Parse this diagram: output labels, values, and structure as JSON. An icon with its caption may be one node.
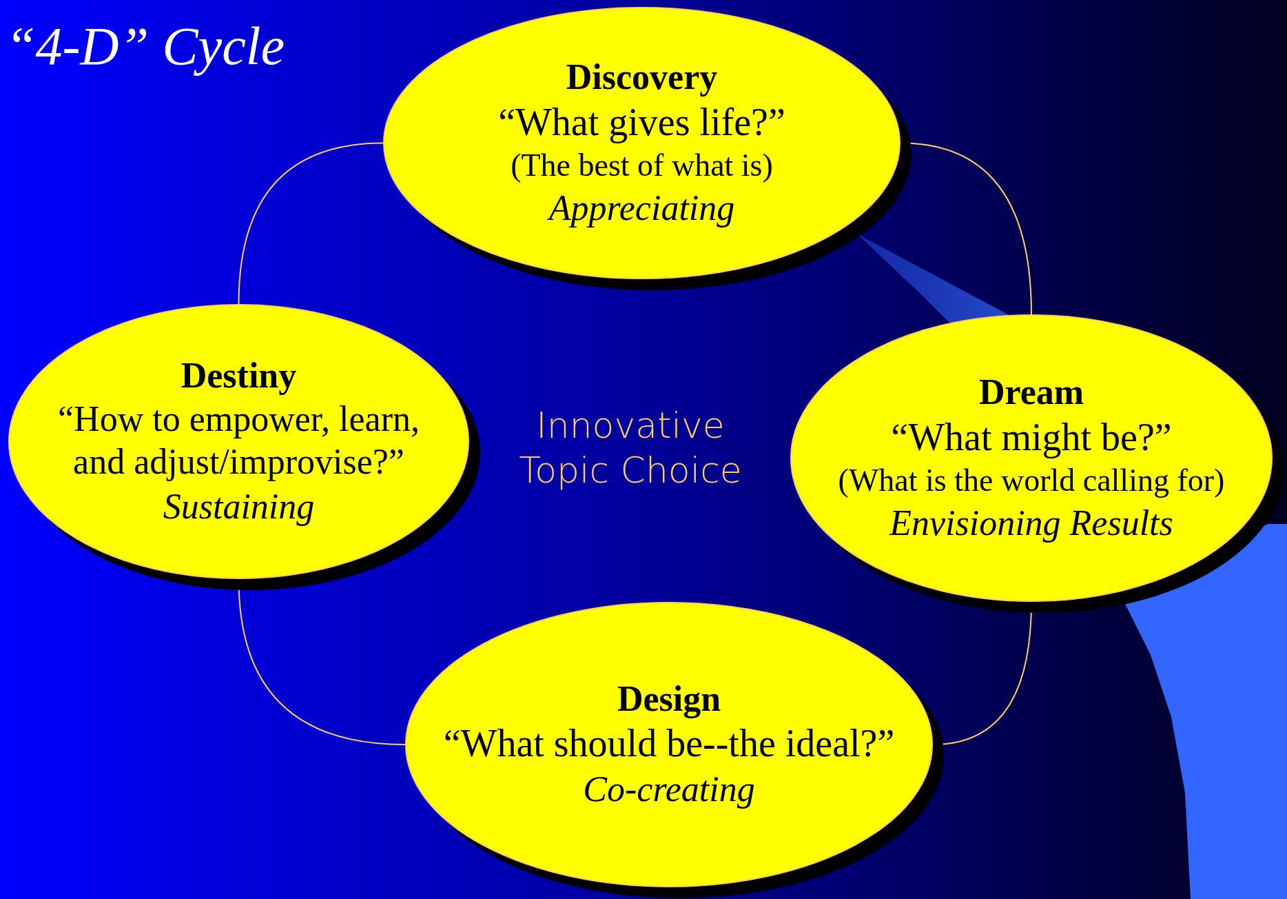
{
  "diagram": {
    "title": "“4-D” Cycle",
    "nodes": [
      {
        "text": [
          "Discovery",
          "“What gives life?”",
          "(The best of what is)",
          "Appreciating"
        ]
      },
      {
        "text": [
          "Destiny",
          "“How to empower, learn, and adjust/improvise?”",
          "Sustaining"
        ]
      },
      {
        "text": [
          "Dream",
          "“What might be?”",
          "(What is the world calling for)",
          "Envisioning Results"
        ]
      },
      {
        "text": [
          "Design",
          "“What should be--the ideal?”",
          "Co-creating"
        ]
      }
    ],
    "edges": [
      {
        "from": 0,
        "to": 1,
        "arrow": "none"
      },
      {
        "from": 0,
        "to": 2,
        "arrow": "none"
      },
      {
        "from": 2,
        "to": 3,
        "arrow": "none"
      },
      {
        "from": 3,
        "to": 1,
        "arrow": "none"
      }
    ],
    "labels": [
      "Innovative Topic Choice"
    ]
  }
}
